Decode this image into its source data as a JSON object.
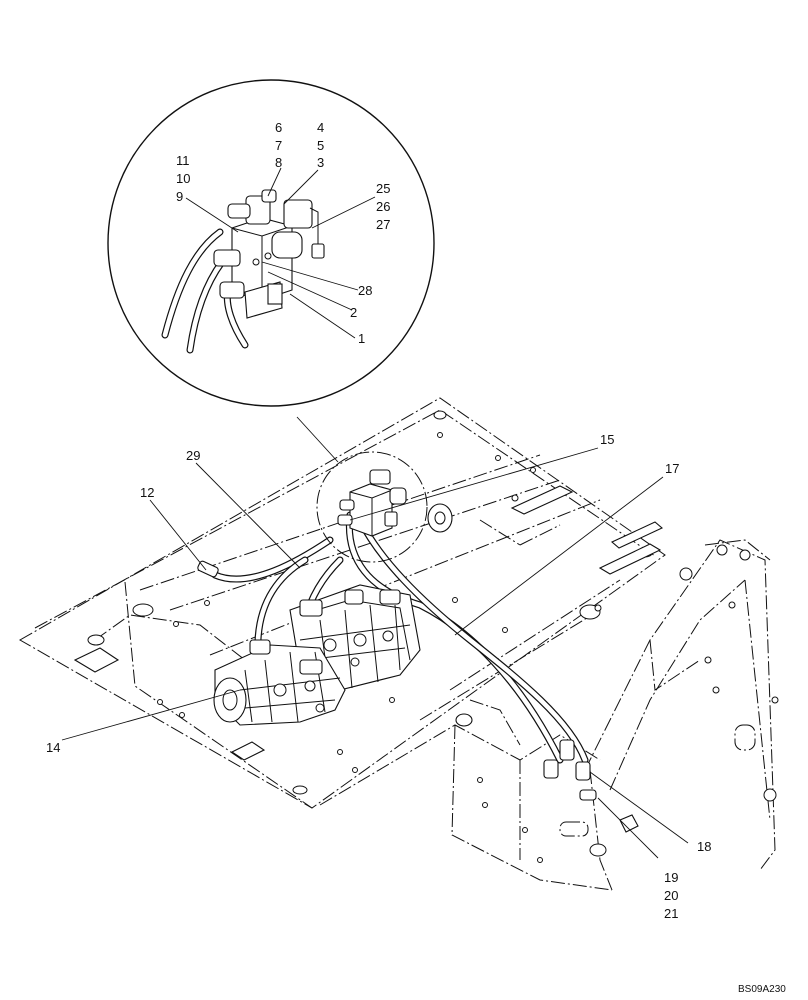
{
  "diagram": {
    "labels": [
      {
        "id": "c6",
        "text": "6"
      },
      {
        "id": "c7",
        "text": "7"
      },
      {
        "id": "c8",
        "text": "8"
      },
      {
        "id": "c4",
        "text": "4"
      },
      {
        "id": "c5",
        "text": "5"
      },
      {
        "id": "c3",
        "text": "3"
      },
      {
        "id": "c11",
        "text": "11"
      },
      {
        "id": "c10",
        "text": "10"
      },
      {
        "id": "c9",
        "text": "9"
      },
      {
        "id": "c25",
        "text": "25"
      },
      {
        "id": "c26",
        "text": "26"
      },
      {
        "id": "c27",
        "text": "27"
      },
      {
        "id": "c28",
        "text": "28"
      },
      {
        "id": "c2",
        "text": "2"
      },
      {
        "id": "c1",
        "text": "1"
      },
      {
        "id": "c29",
        "text": "29"
      },
      {
        "id": "c15",
        "text": "15"
      },
      {
        "id": "c17",
        "text": "17"
      },
      {
        "id": "c12",
        "text": "12"
      },
      {
        "id": "c14",
        "text": "14"
      },
      {
        "id": "c18",
        "text": "18"
      },
      {
        "id": "c19",
        "text": "19"
      },
      {
        "id": "c20",
        "text": "20"
      },
      {
        "id": "c21",
        "text": "21"
      }
    ],
    "drawing_code": "BS09A230"
  }
}
